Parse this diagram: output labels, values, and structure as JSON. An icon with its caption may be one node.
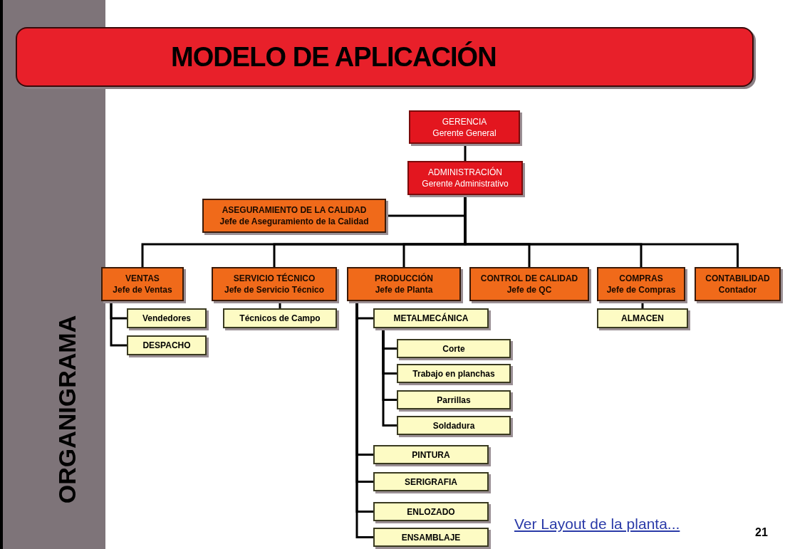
{
  "diagram": {
    "title": "MODELO DE APLICACIÓN",
    "nodes": [
      {
        "text": [
          "GERENCIA",
          "Gerente General"
        ]
      },
      {
        "text": [
          "ADMINISTRACIÓN",
          "Gerente Administrativo"
        ]
      },
      {
        "text": [
          "ASEGURAMIENTO DE LA CALIDAD",
          "Jefe de Aseguramiento de la Calidad"
        ]
      },
      {
        "text": [
          "VENTAS",
          "Jefe de Ventas"
        ]
      },
      {
        "text": [
          "SERVICIO TÉCNICO",
          "Jefe de Servicio Técnico"
        ]
      },
      {
        "text": [
          "PRODUCCIÓN",
          "Jefe de Planta"
        ]
      },
      {
        "text": [
          "CONTROL DE CALIDAD",
          "Jefe de QC"
        ]
      },
      {
        "text": [
          "COMPRAS",
          "Jefe de Compras"
        ]
      },
      {
        "text": [
          "CONTABILIDAD",
          "Contador"
        ]
      },
      {
        "text": [
          "Vendedores"
        ]
      },
      {
        "text": [
          "DESPACHO"
        ]
      },
      {
        "text": [
          "Técnicos de Campo"
        ]
      },
      {
        "text": [
          "METALMECÁNICA"
        ]
      },
      {
        "text": [
          "Corte"
        ]
      },
      {
        "text": [
          "Trabajo en planchas"
        ]
      },
      {
        "text": [
          "Parrillas"
        ]
      },
      {
        "text": [
          "Soldadura"
        ]
      },
      {
        "text": [
          "PINTURA"
        ]
      },
      {
        "text": [
          "SERIGRAFIA"
        ]
      },
      {
        "text": [
          "ENLOZADO"
        ]
      },
      {
        "text": [
          "ENSAMBLAJE"
        ]
      },
      {
        "text": [
          "ALMACEN"
        ]
      }
    ],
    "edges": [
      {
        "from": 0,
        "to": 1,
        "arrow": "none"
      },
      {
        "from": 1,
        "to": 2,
        "arrow": "none"
      },
      {
        "from": 1,
        "to": 3,
        "arrow": "none"
      },
      {
        "from": 1,
        "to": 4,
        "arrow": "none"
      },
      {
        "from": 1,
        "to": 5,
        "arrow": "none"
      },
      {
        "from": 1,
        "to": 6,
        "arrow": "none"
      },
      {
        "from": 1,
        "to": 7,
        "arrow": "none"
      },
      {
        "from": 1,
        "to": 8,
        "arrow": "none"
      },
      {
        "from": 3,
        "to": 9,
        "arrow": "none"
      },
      {
        "from": 3,
        "to": 10,
        "arrow": "none"
      },
      {
        "from": 4,
        "to": 11,
        "arrow": "none"
      },
      {
        "from": 5,
        "to": 12,
        "arrow": "none"
      },
      {
        "from": 12,
        "to": 13,
        "arrow": "none"
      },
      {
        "from": 12,
        "to": 14,
        "arrow": "none"
      },
      {
        "from": 12,
        "to": 15,
        "arrow": "none"
      },
      {
        "from": 12,
        "to": 16,
        "arrow": "none"
      },
      {
        "from": 5,
        "to": 17,
        "arrow": "none"
      },
      {
        "from": 5,
        "to": 18,
        "arrow": "none"
      },
      {
        "from": 5,
        "to": 19,
        "arrow": "none"
      },
      {
        "from": 5,
        "to": 20,
        "arrow": "none"
      },
      {
        "from": 7,
        "to": 21,
        "arrow": "none"
      }
    ],
    "labels": [
      "ORGANIGRAMA",
      "Ver Layout de la planta...",
      "21"
    ]
  }
}
